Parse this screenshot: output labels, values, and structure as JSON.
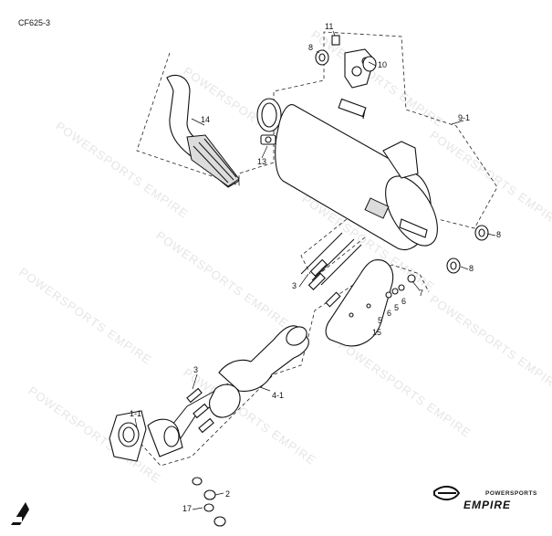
{
  "diagram": {
    "code": "CF625-3",
    "watermark": "POWERSPORTS EMPIRE",
    "brand": {
      "small": "POWERSPORTS",
      "big": "EMPIRE"
    },
    "callouts": {
      "c11": "11",
      "c8a": "8",
      "c10": "10",
      "c9_1": "9-1",
      "c14": "14",
      "c13": "13",
      "c8b": "8",
      "c8c": "8",
      "c7": "7",
      "c3a": "3",
      "c6a": "6",
      "c6b": "6",
      "c5a": "5",
      "c5b": "5",
      "c15": "15",
      "c3b": "3",
      "c4_1": "4-1",
      "c1_1": "1-1",
      "c2": "2",
      "c17": "17"
    }
  }
}
